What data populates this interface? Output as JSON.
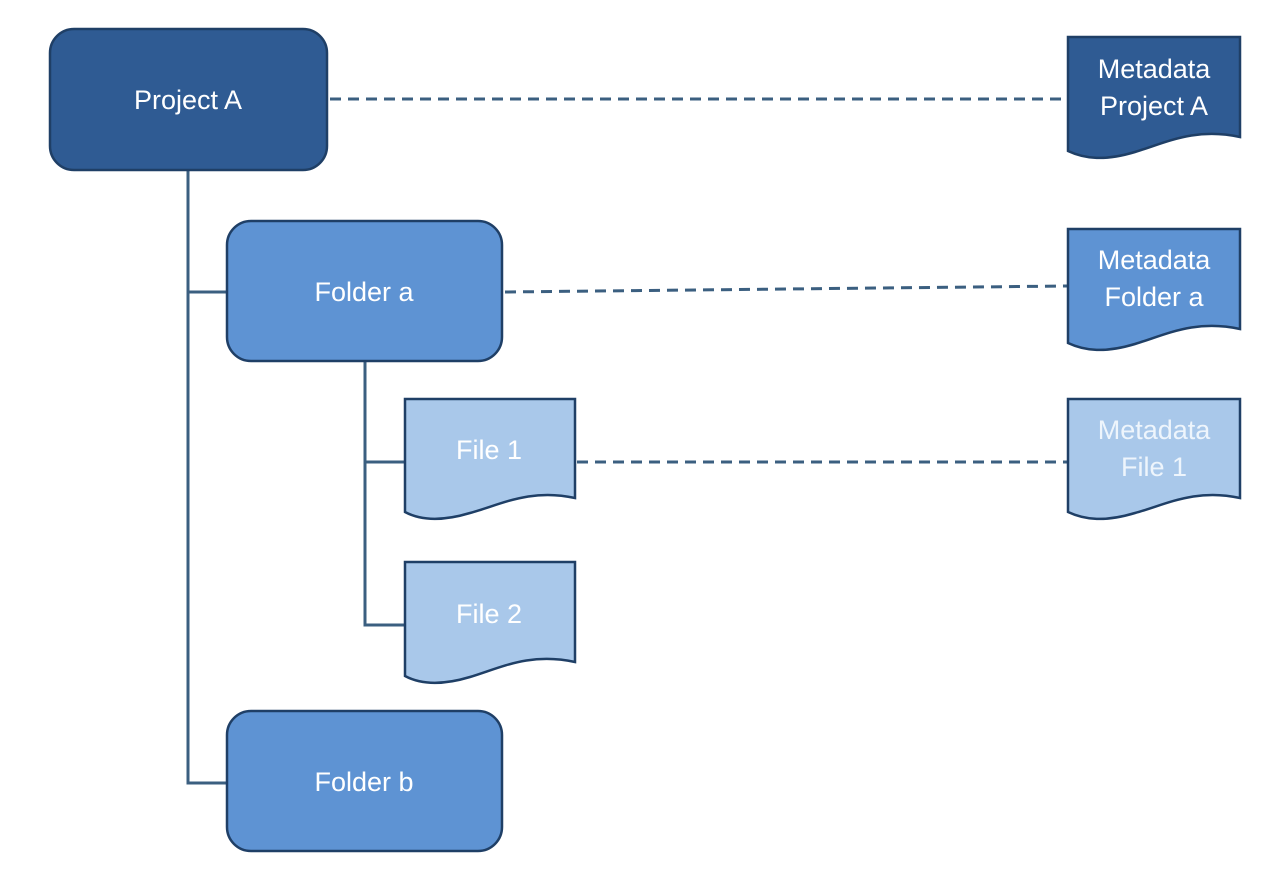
{
  "nodes": {
    "project_a": {
      "label": "Project A"
    },
    "folder_a": {
      "label": "Folder a"
    },
    "file_1": {
      "label": "File 1"
    },
    "file_2": {
      "label": "File 2"
    },
    "folder_b": {
      "label": "Folder b"
    }
  },
  "metadata": {
    "project_a": {
      "line1": "Metadata",
      "line2": "Project A"
    },
    "folder_a": {
      "line1": "Metadata",
      "line2": "Folder a"
    },
    "file_1": {
      "line1": "Metadata",
      "line2": "File 1"
    }
  },
  "colors": {
    "dark": "#2f5b93",
    "medium": "#5e93d3",
    "light": "#a9c8ea",
    "stroke": "#1f3f66",
    "connector": "#3b5f80"
  }
}
